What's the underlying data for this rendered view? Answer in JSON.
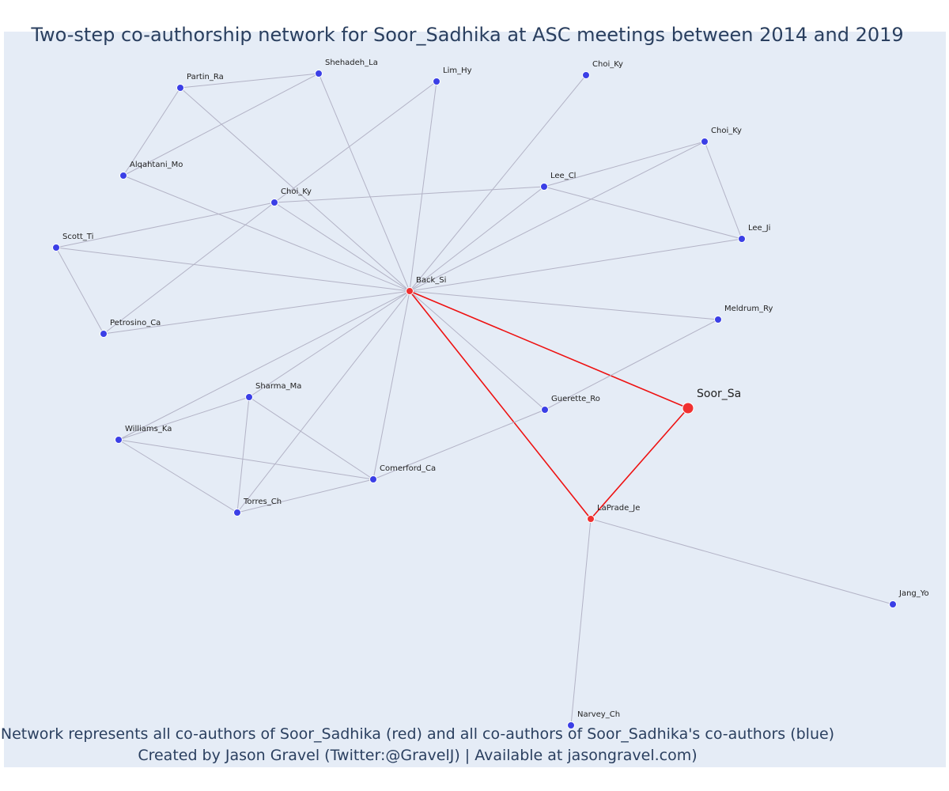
{
  "title": "Two-step co-authorship network for Soor_Sadhika at ASC meetings between 2014 and 2019",
  "footer": {
    "line1": "Network represents all co-authors of Soor_Sadhika (red) and all co-authors of Soor_Sadhika's co-authors (blue)",
    "line2": "Created by Jason Gravel (Twitter:@GravelJ) | Available at jasongravel.com)"
  },
  "colors": {
    "background": "#e5ecf6",
    "coauthor_node": "#3b3fe6",
    "direct_node": "#f03030",
    "gray_edge": "#b3b3c6",
    "red_edge": "#ee1111"
  },
  "nodes": [
    {
      "id": "back_si",
      "label": "Back_Si",
      "group": "direct"
    },
    {
      "id": "laprade_je",
      "label": "LaPrade_Je",
      "group": "direct"
    },
    {
      "id": "soor_sa",
      "label": "Soor_Sa",
      "group": "focal"
    },
    {
      "id": "partin_ra",
      "label": "Partin_Ra",
      "group": "second"
    },
    {
      "id": "shehadeh_la",
      "label": "Shehadeh_La",
      "group": "second"
    },
    {
      "id": "lim_hy",
      "label": "Lim_Hy",
      "group": "second"
    },
    {
      "id": "choi_ky_top",
      "label": "Choi_Ky",
      "group": "second"
    },
    {
      "id": "choi_ky_right",
      "label": "Choi_Ky",
      "group": "second"
    },
    {
      "id": "alqahtani_mo",
      "label": "Alqahtani_Mo",
      "group": "second"
    },
    {
      "id": "choi_ky_mid",
      "label": "Choi_Ky",
      "group": "second"
    },
    {
      "id": "lee_cl",
      "label": "Lee_Cl",
      "group": "second"
    },
    {
      "id": "lee_ji",
      "label": "Lee_Ji",
      "group": "second"
    },
    {
      "id": "scott_ti",
      "label": "Scott_Ti",
      "group": "second"
    },
    {
      "id": "petrosino_ca",
      "label": "Petrosino_Ca",
      "group": "second"
    },
    {
      "id": "meldrum_ry",
      "label": "Meldrum_Ry",
      "group": "second"
    },
    {
      "id": "sharma_ma",
      "label": "Sharma_Ma",
      "group": "second"
    },
    {
      "id": "williams_ka",
      "label": "Williams_Ka",
      "group": "second"
    },
    {
      "id": "guerette_ro",
      "label": "Guerette_Ro",
      "group": "second"
    },
    {
      "id": "comerford_ca",
      "label": "Comerford_Ca",
      "group": "second"
    },
    {
      "id": "torres_ch",
      "label": "Torres_Ch",
      "group": "second"
    },
    {
      "id": "jang_yo",
      "label": "Jang_Yo",
      "group": "second"
    },
    {
      "id": "narvey_ch",
      "label": "Narvey_Ch",
      "group": "second"
    }
  ],
  "edges": [
    [
      "soor_sa",
      "back_si",
      "red"
    ],
    [
      "soor_sa",
      "laprade_je",
      "red"
    ],
    [
      "back_si",
      "laprade_je",
      "red"
    ],
    [
      "back_si",
      "shehadeh_la",
      "gray"
    ],
    [
      "back_si",
      "lim_hy",
      "gray"
    ],
    [
      "back_si",
      "choi_ky_top",
      "gray"
    ],
    [
      "back_si",
      "choi_ky_right",
      "gray"
    ],
    [
      "back_si",
      "partin_ra",
      "gray"
    ],
    [
      "back_si",
      "alqahtani_mo",
      "gray"
    ],
    [
      "back_si",
      "choi_ky_mid",
      "gray"
    ],
    [
      "back_si",
      "lee_cl",
      "gray"
    ],
    [
      "back_si",
      "lee_ji",
      "gray"
    ],
    [
      "back_si",
      "scott_ti",
      "gray"
    ],
    [
      "back_si",
      "petrosino_ca",
      "gray"
    ],
    [
      "back_si",
      "meldrum_ry",
      "gray"
    ],
    [
      "back_si",
      "sharma_ma",
      "gray"
    ],
    [
      "back_si",
      "williams_ka",
      "gray"
    ],
    [
      "back_si",
      "guerette_ro",
      "gray"
    ],
    [
      "back_si",
      "comerford_ca",
      "gray"
    ],
    [
      "back_si",
      "torres_ch",
      "gray"
    ],
    [
      "partin_ra",
      "shehadeh_la",
      "gray"
    ],
    [
      "partin_ra",
      "alqahtani_mo",
      "gray"
    ],
    [
      "shehadeh_la",
      "alqahtani_mo",
      "gray"
    ],
    [
      "lim_hy",
      "choi_ky_mid",
      "gray"
    ],
    [
      "choi_ky_mid",
      "lee_cl",
      "gray"
    ],
    [
      "choi_ky_mid",
      "scott_ti",
      "gray"
    ],
    [
      "choi_ky_mid",
      "petrosino_ca",
      "gray"
    ],
    [
      "scott_ti",
      "petrosino_ca",
      "gray"
    ],
    [
      "lee_cl",
      "choi_ky_right",
      "gray"
    ],
    [
      "lee_cl",
      "lee_ji",
      "gray"
    ],
    [
      "choi_ky_right",
      "lee_ji",
      "gray"
    ],
    [
      "meldrum_ry",
      "guerette_ro",
      "gray"
    ],
    [
      "guerette_ro",
      "comerford_ca",
      "gray"
    ],
    [
      "sharma_ma",
      "williams_ka",
      "gray"
    ],
    [
      "sharma_ma",
      "torres_ch",
      "gray"
    ],
    [
      "sharma_ma",
      "comerford_ca",
      "gray"
    ],
    [
      "williams_ka",
      "comerford_ca",
      "gray"
    ],
    [
      "williams_ka",
      "torres_ch",
      "gray"
    ],
    [
      "torres_ch",
      "comerford_ca",
      "gray"
    ],
    [
      "laprade_je",
      "jang_yo",
      "gray"
    ],
    [
      "laprade_je",
      "narvey_ch",
      "gray"
    ]
  ]
}
